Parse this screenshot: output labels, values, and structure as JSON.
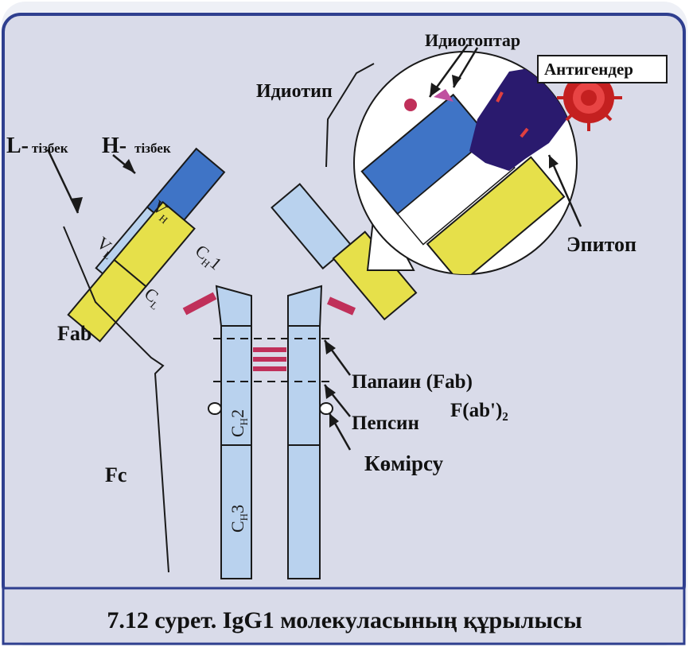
{
  "diagram": {
    "caption": "7.12 сурет. IgG1 молекуласының құрылысы",
    "labels": {
      "l_chain": "L-",
      "l_chain_suffix": "тізбек",
      "h_chain": "H-",
      "h_chain_suffix": "тізбек",
      "fab": "Fab",
      "fc": "Fc",
      "idiotype": "Идиотип",
      "idiotopes": "Идиотоптар",
      "antigens": "Антигендер",
      "epitope": "Эпитоп",
      "papain": "Папаин (Fab)",
      "pepsin": "Пепсин",
      "pepsin_product": "F(ab')₂",
      "carbohydrate": "Көмірсу"
    },
    "domains": {
      "vh": "V",
      "vh_sub": "H",
      "ch1": "C",
      "ch1_sub": "H",
      "ch1_num": "1",
      "vl": "V",
      "vl_sub": "L",
      "cl": "C",
      "cl_sub": "L",
      "ch2": "C",
      "ch2_sub": "H",
      "ch2_num": "2",
      "ch3": "C",
      "ch3_sub": "H",
      "ch3_num": "3"
    },
    "colors": {
      "background": "#d9dbe9",
      "frame": "#2f3f8f",
      "heavy_variable": "#3f74c6",
      "heavy_constant": "#b9d2ee",
      "light_chain": "#e6e04a",
      "disulfide": "#c0305a",
      "antigen_body": "#c42020",
      "antigen_fill": "#2a1a6e",
      "epitope_mark": "#e04040",
      "idiotope_mark": "#c050a0"
    }
  }
}
